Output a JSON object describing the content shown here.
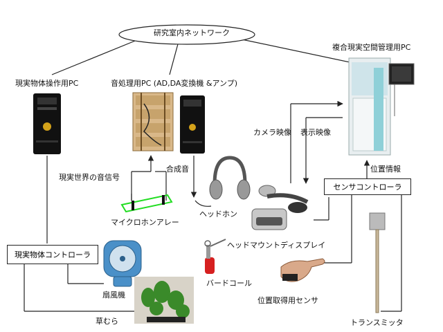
{
  "labels": {
    "network": "研究室内ネットワーク",
    "mr_pc": "複合現実空間管理用PC",
    "real_obj_pc": "現実物体操作用PC",
    "sound_pc": "音処理用PC (AD,DA変換機 &アンプ)",
    "camera_video": "カメラ映像",
    "display_video": "表示映像",
    "position_info": "位置情報",
    "sensor_controller": "センサコントローラ",
    "real_world_sound": "現実世界の音信号",
    "synth_sound": "合成音",
    "headphone": "ヘッドホン",
    "microphone_array": "マイクロホンアレー",
    "hmd": "ヘッドマウントディスプレイ",
    "real_obj_controller": "現実物体コントローラ",
    "fan": "扇風機",
    "bird_call": "バードコール",
    "position_sensor": "位置取得用センサ",
    "grass": "草むら",
    "transmitter": "トランスミッタ"
  },
  "icons": {
    "pc_tower": "pc-tower-icon",
    "mr_server": "server-rack-icon",
    "audio_rack": "audio-rack-icon",
    "headphones": "headphones-icon",
    "microphone": "microphone-array-icon",
    "hmd": "hmd-icon",
    "fan": "fan-icon",
    "bird_call": "bird-call-icon",
    "sensor": "hand-sensor-icon",
    "grass": "grass-icon",
    "transmitter": "transmitter-icon"
  },
  "colors": {
    "line": "#222222",
    "fan_blue": "#4a90c8",
    "mic_green": "#22dd22",
    "server_teal": "#8fd0d8",
    "bird_red": "#d62020"
  }
}
